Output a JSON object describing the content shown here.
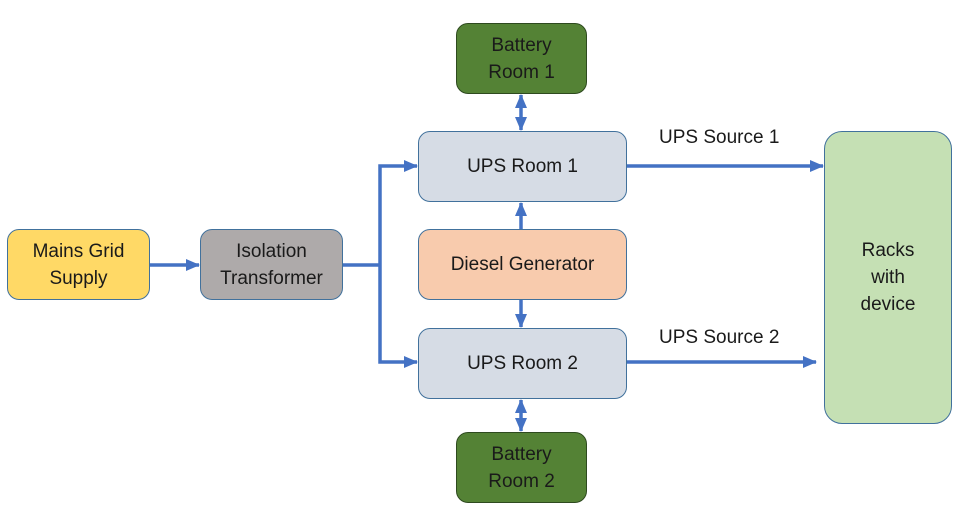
{
  "title": "Data center power distribution",
  "colors": {
    "mains": "#ffd966",
    "isolation": "#aeaaaa",
    "ups": "#d6dce5",
    "diesel": "#f8cbad",
    "battery": "#548235",
    "racks": "#c5e0b4",
    "arrow": "#4472c4"
  },
  "nodes": {
    "mains": {
      "label": "Mains Grid\nSupply"
    },
    "isolation": {
      "label": "Isolation\nTransformer"
    },
    "ups1": {
      "label": "UPS Room 1"
    },
    "ups2": {
      "label": "UPS Room 2"
    },
    "diesel": {
      "label": "Diesel Generator"
    },
    "battery1": {
      "label": "Battery\nRoom 1"
    },
    "battery2": {
      "label": "Battery\nRoom 2"
    },
    "racks": {
      "label": "Racks\nwith\ndevice"
    }
  },
  "edges": [
    {
      "from": "mains",
      "to": "isolation",
      "type": "directed"
    },
    {
      "from": "isolation",
      "to": "ups1",
      "type": "directed"
    },
    {
      "from": "isolation",
      "to": "ups2",
      "type": "directed"
    },
    {
      "from": "diesel",
      "to": "ups1",
      "type": "directed"
    },
    {
      "from": "diesel",
      "to": "ups2",
      "type": "directed"
    },
    {
      "from": "battery1",
      "to": "ups1",
      "type": "bidirectional"
    },
    {
      "from": "battery2",
      "to": "ups2",
      "type": "bidirectional"
    },
    {
      "from": "ups1",
      "to": "racks",
      "type": "directed",
      "label": "UPS Source 1"
    },
    {
      "from": "ups2",
      "to": "racks",
      "type": "directed",
      "label": "UPS Source 2"
    }
  ],
  "edge_labels": {
    "source1": "UPS Source 1",
    "source2": "UPS Source 2"
  }
}
